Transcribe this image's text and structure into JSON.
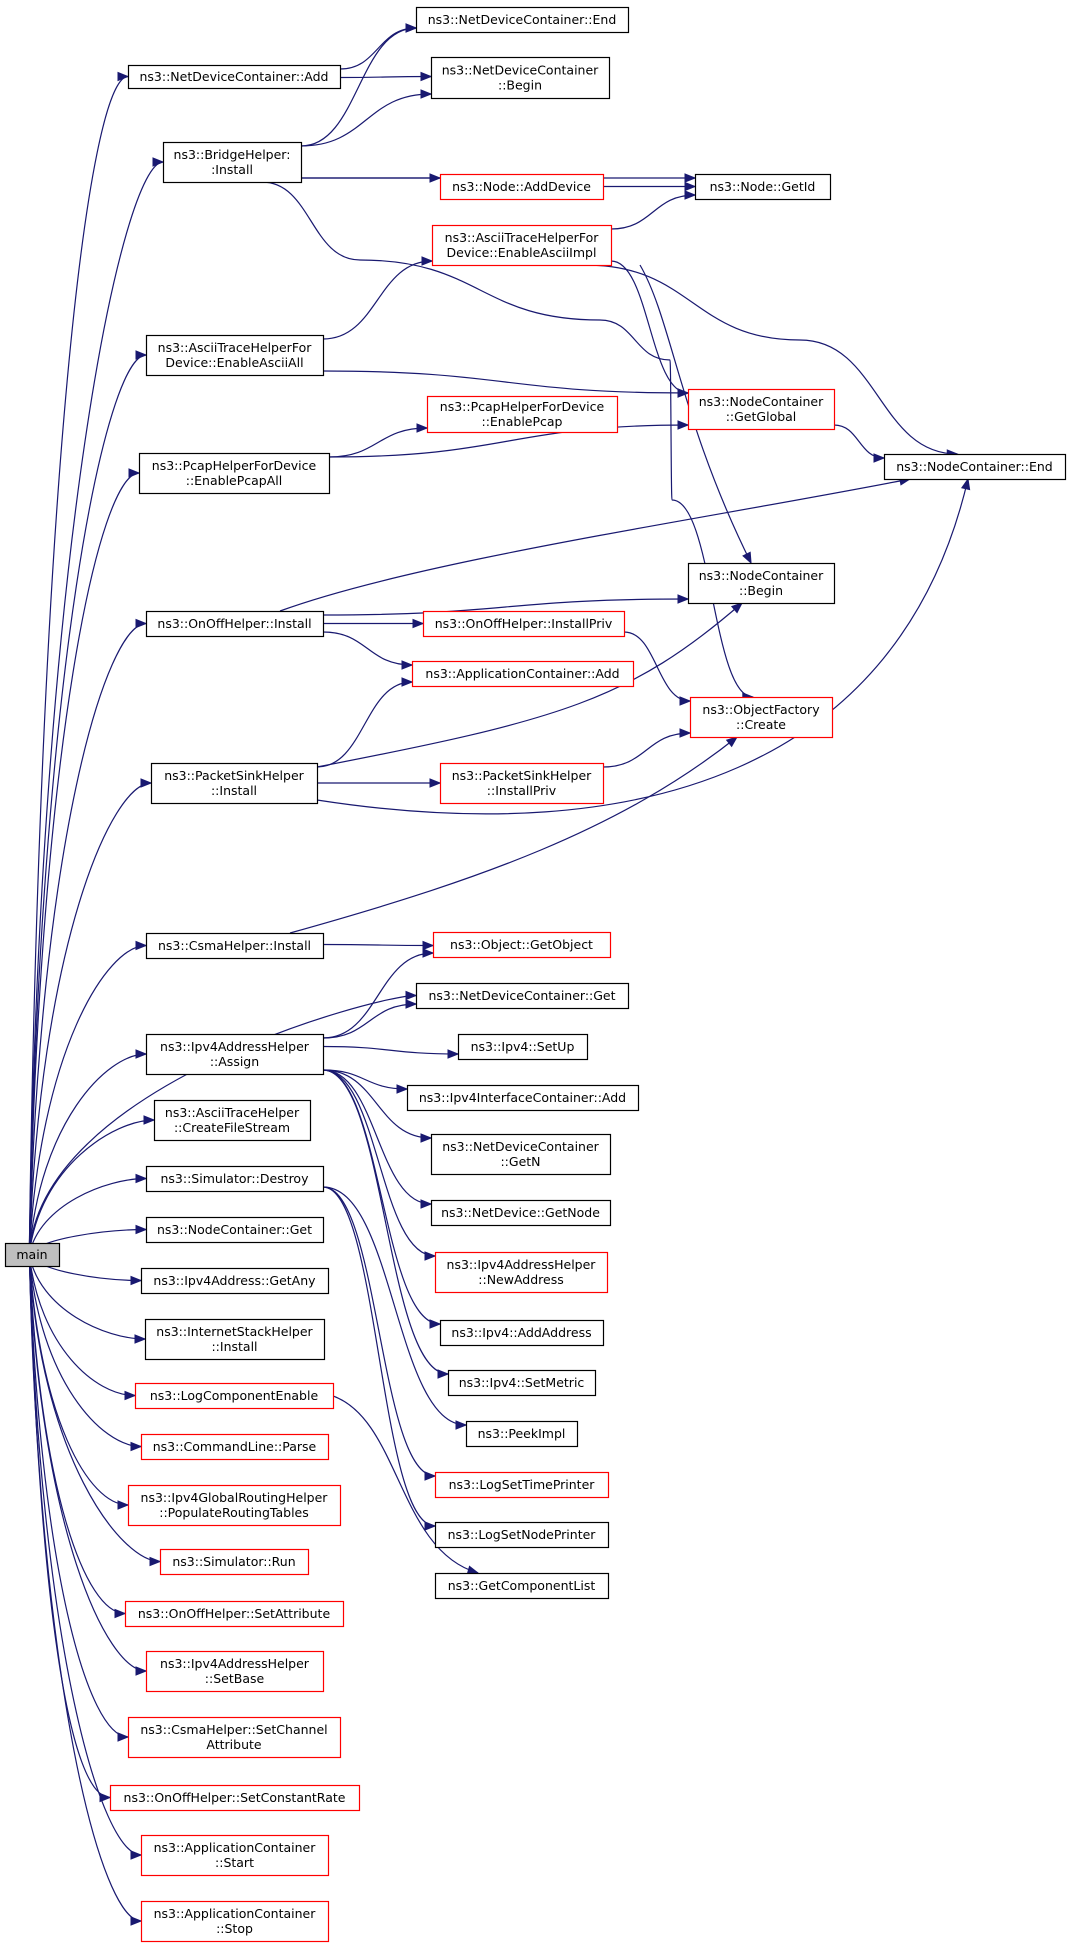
{
  "colors": {
    "edge": "#191970",
    "root_fill": "#bfbfbf",
    "link_border": "#000000",
    "truncated_border": "#ff0000",
    "node_fill": "#ffffff"
  },
  "nodes": [
    {
      "id": "main",
      "lines": [
        "main"
      ],
      "kind": "root"
    },
    {
      "id": "ndc_add",
      "lines": [
        "ns3::NetDeviceContainer::Add"
      ],
      "kind": "link"
    },
    {
      "id": "ndc_end",
      "lines": [
        "ns3::NetDeviceContainer::End"
      ],
      "kind": "link"
    },
    {
      "id": "ndc_begin",
      "lines": [
        "ns3::NetDeviceContainer",
        "::Begin"
      ],
      "kind": "link"
    },
    {
      "id": "bridge_install",
      "lines": [
        "ns3::BridgeHelper:",
        ":Install"
      ],
      "kind": "link"
    },
    {
      "id": "node_getid",
      "lines": [
        "ns3::Node::GetId"
      ],
      "kind": "link"
    },
    {
      "id": "node_adddevice",
      "lines": [
        "ns3::Node::AddDevice"
      ],
      "kind": "truncated"
    },
    {
      "id": "ascii_impl",
      "lines": [
        "ns3::AsciiTraceHelperFor",
        "Device::EnableAsciiImpl"
      ],
      "kind": "truncated"
    },
    {
      "id": "ascii_all",
      "lines": [
        "ns3::AsciiTraceHelperFor",
        "Device::EnableAsciiAll"
      ],
      "kind": "link"
    },
    {
      "id": "nc_getglobal",
      "lines": [
        "ns3::NodeContainer",
        "::GetGlobal"
      ],
      "kind": "truncated"
    },
    {
      "id": "pcap_enable",
      "lines": [
        "ns3::PcapHelperForDevice",
        "::EnablePcap"
      ],
      "kind": "truncated"
    },
    {
      "id": "pcap_all",
      "lines": [
        "ns3::PcapHelperForDevice",
        "::EnablePcapAll"
      ],
      "kind": "link"
    },
    {
      "id": "nc_end",
      "lines": [
        "ns3::NodeContainer::End"
      ],
      "kind": "link"
    },
    {
      "id": "nc_begin",
      "lines": [
        "ns3::NodeContainer",
        "::Begin"
      ],
      "kind": "link"
    },
    {
      "id": "onoff_install",
      "lines": [
        "ns3::OnOffHelper::Install"
      ],
      "kind": "link"
    },
    {
      "id": "onoff_installpriv",
      "lines": [
        "ns3::OnOffHelper::InstallPriv"
      ],
      "kind": "truncated"
    },
    {
      "id": "appc_add",
      "lines": [
        "ns3::ApplicationContainer::Add"
      ],
      "kind": "truncated"
    },
    {
      "id": "of_create",
      "lines": [
        "ns3::ObjectFactory",
        "::Create"
      ],
      "kind": "truncated"
    },
    {
      "id": "ps_install",
      "lines": [
        "ns3::PacketSinkHelper",
        "::Install"
      ],
      "kind": "link"
    },
    {
      "id": "ps_installpriv",
      "lines": [
        "ns3::PacketSinkHelper",
        "::InstallPriv"
      ],
      "kind": "truncated"
    },
    {
      "id": "csma_install",
      "lines": [
        "ns3::CsmaHelper::Install"
      ],
      "kind": "link"
    },
    {
      "id": "obj_getobject",
      "lines": [
        "ns3::Object::GetObject"
      ],
      "kind": "truncated"
    },
    {
      "id": "ndc_get",
      "lines": [
        "ns3::NetDeviceContainer::Get"
      ],
      "kind": "link"
    },
    {
      "id": "ipv4ah_assign",
      "lines": [
        "ns3::Ipv4AddressHelper",
        "::Assign"
      ],
      "kind": "link"
    },
    {
      "id": "ipv4_setup",
      "lines": [
        "ns3::Ipv4::SetUp"
      ],
      "kind": "link"
    },
    {
      "id": "ipv4ic_add",
      "lines": [
        "ns3::Ipv4InterfaceContainer::Add"
      ],
      "kind": "link"
    },
    {
      "id": "ndc_getn",
      "lines": [
        "ns3::NetDeviceContainer",
        "::GetN"
      ],
      "kind": "link"
    },
    {
      "id": "ath_cfs",
      "lines": [
        "ns3::AsciiTraceHelper",
        "::CreateFileStream"
      ],
      "kind": "link"
    },
    {
      "id": "sim_destroy",
      "lines": [
        "ns3::Simulator::Destroy"
      ],
      "kind": "link"
    },
    {
      "id": "nd_getnode",
      "lines": [
        "ns3::NetDevice::GetNode"
      ],
      "kind": "link"
    },
    {
      "id": "nc_get",
      "lines": [
        "ns3::NodeContainer::Get"
      ],
      "kind": "link"
    },
    {
      "id": "ipv4ah_newaddr",
      "lines": [
        "ns3::Ipv4AddressHelper",
        "::NewAddress"
      ],
      "kind": "truncated"
    },
    {
      "id": "ipv4a_getany",
      "lines": [
        "ns3::Ipv4Address::GetAny"
      ],
      "kind": "link"
    },
    {
      "id": "ish_install",
      "lines": [
        "ns3::InternetStackHelper",
        "::Install"
      ],
      "kind": "link"
    },
    {
      "id": "ipv4_addaddress",
      "lines": [
        "ns3::Ipv4::AddAddress"
      ],
      "kind": "link"
    },
    {
      "id": "log_enable",
      "lines": [
        "ns3::LogComponentEnable"
      ],
      "kind": "truncated"
    },
    {
      "id": "ipv4_setmetric",
      "lines": [
        "ns3::Ipv4::SetMetric"
      ],
      "kind": "link"
    },
    {
      "id": "peekimpl",
      "lines": [
        "ns3::PeekImpl"
      ],
      "kind": "link"
    },
    {
      "id": "cmd_parse",
      "lines": [
        "ns3::CommandLine::Parse"
      ],
      "kind": "truncated"
    },
    {
      "id": "log_settime",
      "lines": [
        "ns3::LogSetTimePrinter"
      ],
      "kind": "truncated"
    },
    {
      "id": "grh_populate",
      "lines": [
        "ns3::Ipv4GlobalRoutingHelper",
        "::PopulateRoutingTables"
      ],
      "kind": "truncated"
    },
    {
      "id": "log_setnode",
      "lines": [
        "ns3::LogSetNodePrinter"
      ],
      "kind": "link"
    },
    {
      "id": "sim_run",
      "lines": [
        "ns3::Simulator::Run"
      ],
      "kind": "truncated"
    },
    {
      "id": "getcomplist",
      "lines": [
        "ns3::GetComponentList"
      ],
      "kind": "link"
    },
    {
      "id": "onoff_setattr",
      "lines": [
        "ns3::OnOffHelper::SetAttribute"
      ],
      "kind": "truncated"
    },
    {
      "id": "ipv4ah_setbase",
      "lines": [
        "ns3::Ipv4AddressHelper",
        "::SetBase"
      ],
      "kind": "truncated"
    },
    {
      "id": "csma_setchan",
      "lines": [
        "ns3::CsmaHelper::SetChannel",
        "Attribute"
      ],
      "kind": "truncated"
    },
    {
      "id": "onoff_setrate",
      "lines": [
        "ns3::OnOffHelper::SetConstantRate"
      ],
      "kind": "truncated"
    },
    {
      "id": "appc_start",
      "lines": [
        "ns3::ApplicationContainer",
        "::Start"
      ],
      "kind": "truncated"
    },
    {
      "id": "appc_stop",
      "lines": [
        "ns3::ApplicationContainer",
        "::Stop"
      ],
      "kind": "truncated"
    }
  ],
  "edges": [
    {
      "from": "main",
      "to": "ndc_add"
    },
    {
      "from": "main",
      "to": "bridge_install"
    },
    {
      "from": "main",
      "to": "ascii_all"
    },
    {
      "from": "main",
      "to": "pcap_all"
    },
    {
      "from": "main",
      "to": "onoff_install"
    },
    {
      "from": "main",
      "to": "ps_install"
    },
    {
      "from": "main",
      "to": "csma_install"
    },
    {
      "from": "main",
      "to": "ndc_get"
    },
    {
      "from": "main",
      "to": "ipv4ah_assign"
    },
    {
      "from": "main",
      "to": "ath_cfs"
    },
    {
      "from": "main",
      "to": "sim_destroy"
    },
    {
      "from": "main",
      "to": "nc_get"
    },
    {
      "from": "main",
      "to": "ipv4a_getany"
    },
    {
      "from": "main",
      "to": "ish_install"
    },
    {
      "from": "main",
      "to": "log_enable"
    },
    {
      "from": "main",
      "to": "cmd_parse"
    },
    {
      "from": "main",
      "to": "grh_populate"
    },
    {
      "from": "main",
      "to": "sim_run"
    },
    {
      "from": "main",
      "to": "onoff_setattr"
    },
    {
      "from": "main",
      "to": "ipv4ah_setbase"
    },
    {
      "from": "main",
      "to": "csma_setchan"
    },
    {
      "from": "main",
      "to": "onoff_setrate"
    },
    {
      "from": "main",
      "to": "appc_start"
    },
    {
      "from": "main",
      "to": "appc_stop"
    },
    {
      "from": "ndc_add",
      "to": "ndc_end"
    },
    {
      "from": "ndc_add",
      "to": "ndc_begin"
    },
    {
      "from": "bridge_install",
      "to": "ndc_end"
    },
    {
      "from": "bridge_install",
      "to": "ndc_begin"
    },
    {
      "from": "bridge_install",
      "to": "node_getid"
    },
    {
      "from": "bridge_install",
      "to": "node_adddevice"
    },
    {
      "from": "bridge_install",
      "to": "of_create"
    },
    {
      "from": "node_adddevice",
      "to": "node_getid"
    },
    {
      "from": "ascii_impl",
      "to": "node_getid"
    },
    {
      "from": "ascii_impl",
      "to": "nc_getglobal"
    },
    {
      "from": "ascii_impl",
      "to": "nc_end"
    },
    {
      "from": "ascii_impl",
      "to": "nc_begin"
    },
    {
      "from": "ascii_all",
      "to": "ascii_impl"
    },
    {
      "from": "ascii_all",
      "to": "nc_getglobal"
    },
    {
      "from": "nc_getglobal",
      "to": "nc_end"
    },
    {
      "from": "pcap_all",
      "to": "pcap_enable"
    },
    {
      "from": "pcap_all",
      "to": "nc_getglobal"
    },
    {
      "from": "onoff_install",
      "to": "nc_end"
    },
    {
      "from": "onoff_install",
      "to": "nc_begin"
    },
    {
      "from": "onoff_install",
      "to": "onoff_installpriv"
    },
    {
      "from": "onoff_install",
      "to": "appc_add"
    },
    {
      "from": "onoff_installpriv",
      "to": "of_create"
    },
    {
      "from": "ps_install",
      "to": "appc_add"
    },
    {
      "from": "ps_install",
      "to": "nc_begin"
    },
    {
      "from": "ps_install",
      "to": "ps_installpriv"
    },
    {
      "from": "ps_install",
      "to": "nc_end"
    },
    {
      "from": "ps_installpriv",
      "to": "of_create"
    },
    {
      "from": "csma_install",
      "to": "of_create"
    },
    {
      "from": "csma_install",
      "to": "obj_getobject"
    },
    {
      "from": "ipv4ah_assign",
      "to": "obj_getobject"
    },
    {
      "from": "ipv4ah_assign",
      "to": "ndc_get"
    },
    {
      "from": "ipv4ah_assign",
      "to": "ipv4_setup"
    },
    {
      "from": "ipv4ah_assign",
      "to": "ipv4ic_add"
    },
    {
      "from": "ipv4ah_assign",
      "to": "ndc_getn"
    },
    {
      "from": "ipv4ah_assign",
      "to": "nd_getnode"
    },
    {
      "from": "ipv4ah_assign",
      "to": "ipv4ah_newaddr"
    },
    {
      "from": "ipv4ah_assign",
      "to": "ipv4_addaddress"
    },
    {
      "from": "ipv4ah_assign",
      "to": "ipv4_setmetric"
    },
    {
      "from": "sim_destroy",
      "to": "peekimpl"
    },
    {
      "from": "sim_destroy",
      "to": "log_settime"
    },
    {
      "from": "sim_destroy",
      "to": "log_setnode"
    },
    {
      "from": "log_enable",
      "to": "getcomplist"
    }
  ]
}
